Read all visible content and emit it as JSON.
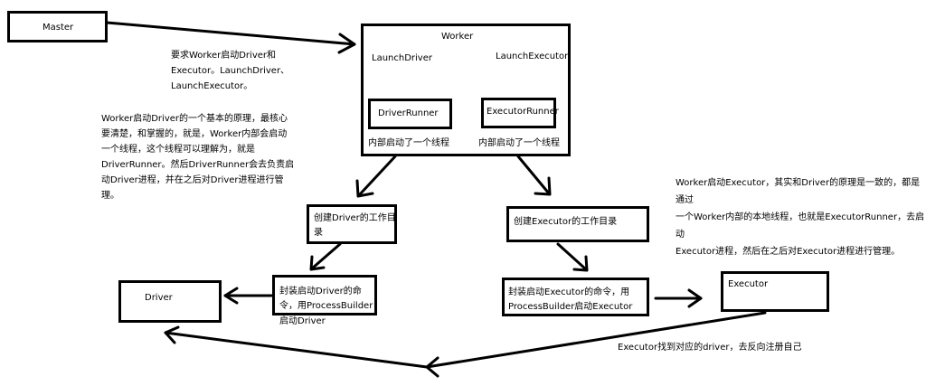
{
  "master": {
    "label": "Master"
  },
  "worker": {
    "label": "Worker",
    "launch_driver": "LaunchDriver",
    "launch_executor": "LaunchExecutor",
    "driver_runner": "DriverRunner",
    "executor_runner": "ExecutorRunner",
    "driver_thread_note": "内部启动了一个线程",
    "executor_thread_note": "内部启动了一个线程"
  },
  "master_note": [
    "要求Worker启动Driver和",
    "Executor。LaunchDriver、",
    "LaunchExecutor。"
  ],
  "driver_note": [
    "Worker启动Driver的一个基本的原理，最核心",
    "要清楚，和掌握的，就是，Worker内部会启动",
    "一个线程，这个线程可以理解为，就是",
    "DriverRunner。然后DriverRunner会去负责启",
    "动Driver进程，并在之后对Driver进程进行管",
    "理。"
  ],
  "executor_note": [
    "Worker启动Executor，其实和Driver的原理是一致的，都是通过",
    "一个Worker内部的本地线程，也就是ExecutorRunner，去启动",
    "Executor进程，然后在之后对Executor进程进行管理。"
  ],
  "create_driver_dir": [
    "创建Driver的工作目",
    "录"
  ],
  "create_executor_dir": "创建Executor的工作目录",
  "wrap_driver_cmd": [
    "封装启动Driver的命",
    "令，用ProcessBuilder"
  ],
  "launch_driver_below": "启动Driver",
  "wrap_executor_cmd": [
    "封装启动Executor的命令，用",
    "ProcessBuilder启动Executor"
  ],
  "driver": {
    "label": "Driver"
  },
  "executor": {
    "label": "Executor"
  },
  "register_note": "Executor找到对应的driver，去反向注册自己"
}
